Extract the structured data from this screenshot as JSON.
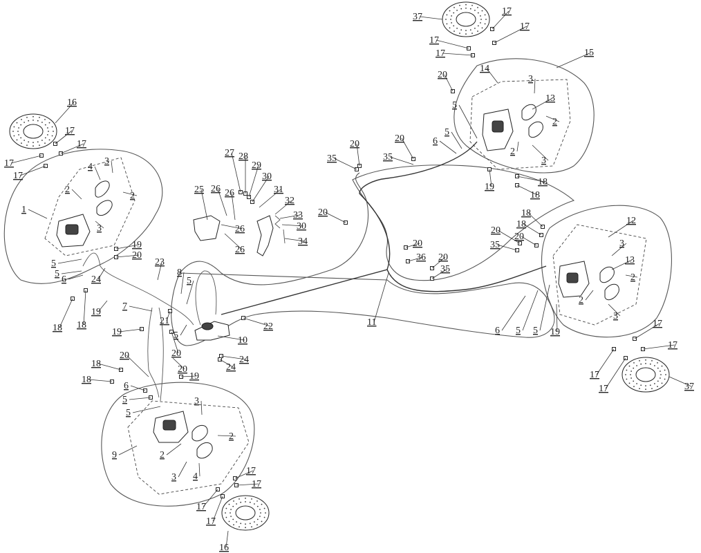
{
  "diagram": {
    "type": "exploded-parts-diagram",
    "callouts": [
      {
        "id": "c-37a",
        "label": "37"
      },
      {
        "id": "c-17a",
        "label": "17"
      },
      {
        "id": "c-17b",
        "label": "17"
      },
      {
        "id": "c-17c",
        "label": "17"
      },
      {
        "id": "c-17d",
        "label": "17"
      },
      {
        "id": "c-15",
        "label": "15"
      },
      {
        "id": "c-20a",
        "label": "20"
      },
      {
        "id": "c-14",
        "label": "14"
      },
      {
        "id": "c-3a",
        "label": "3"
      },
      {
        "id": "c-13a",
        "label": "13"
      },
      {
        "id": "c-2a",
        "label": "2"
      },
      {
        "id": "c-2b",
        "label": "2"
      },
      {
        "id": "c-3b",
        "label": "3"
      },
      {
        "id": "c-5a",
        "label": "5"
      },
      {
        "id": "c-5b",
        "label": "5"
      },
      {
        "id": "c-6a",
        "label": "6"
      },
      {
        "id": "c-20b",
        "label": "20"
      },
      {
        "id": "c-20c",
        "label": "20"
      },
      {
        "id": "c-35a",
        "label": "35"
      },
      {
        "id": "c-35b",
        "label": "35"
      },
      {
        "id": "c-19a",
        "label": "19"
      },
      {
        "id": "c-18a",
        "label": "18"
      },
      {
        "id": "c-18b",
        "label": "18"
      },
      {
        "id": "c-16a",
        "label": "16"
      },
      {
        "id": "c-17e",
        "label": "17"
      },
      {
        "id": "c-17f",
        "label": "17"
      },
      {
        "id": "c-17g",
        "label": "17"
      },
      {
        "id": "c-17h",
        "label": "17"
      },
      {
        "id": "c-4a",
        "label": "4"
      },
      {
        "id": "c-3c",
        "label": "3"
      },
      {
        "id": "c-2c",
        "label": "2"
      },
      {
        "id": "c-2d",
        "label": "2"
      },
      {
        "id": "c-1",
        "label": "1"
      },
      {
        "id": "c-3d",
        "label": "3"
      },
      {
        "id": "c-27",
        "label": "27"
      },
      {
        "id": "c-28",
        "label": "28"
      },
      {
        "id": "c-29",
        "label": "29"
      },
      {
        "id": "c-30a",
        "label": "30"
      },
      {
        "id": "c-31",
        "label": "31"
      },
      {
        "id": "c-32",
        "label": "32"
      },
      {
        "id": "c-33",
        "label": "33"
      },
      {
        "id": "c-30b",
        "label": "30"
      },
      {
        "id": "c-34",
        "label": "34"
      },
      {
        "id": "c-25",
        "label": "25"
      },
      {
        "id": "c-26a",
        "label": "26"
      },
      {
        "id": "c-26b",
        "label": "26"
      },
      {
        "id": "c-26c",
        "label": "26"
      },
      {
        "id": "c-26d",
        "label": "26"
      },
      {
        "id": "c-20d",
        "label": "20"
      },
      {
        "id": "c-20e",
        "label": "20"
      },
      {
        "id": "c-20f",
        "label": "20"
      },
      {
        "id": "c-36",
        "label": "36"
      },
      {
        "id": "c-35c",
        "label": "35"
      },
      {
        "id": "c-18c",
        "label": "18"
      },
      {
        "id": "c-18d",
        "label": "18"
      },
      {
        "id": "c-20g",
        "label": "20"
      },
      {
        "id": "c-35d",
        "label": "35"
      },
      {
        "id": "c-20h",
        "label": "20"
      },
      {
        "id": "c-12",
        "label": "12"
      },
      {
        "id": "c-3e",
        "label": "3"
      },
      {
        "id": "c-13b",
        "label": "13"
      },
      {
        "id": "c-2e",
        "label": "2"
      },
      {
        "id": "c-2f",
        "label": "2"
      },
      {
        "id": "c-3f",
        "label": "3"
      },
      {
        "id": "c-11",
        "label": "11"
      },
      {
        "id": "c-6b",
        "label": "6"
      },
      {
        "id": "c-5c",
        "label": "5"
      },
      {
        "id": "c-5d",
        "label": "5"
      },
      {
        "id": "c-19b",
        "label": "19"
      },
      {
        "id": "c-17i",
        "label": "17"
      },
      {
        "id": "c-17j",
        "label": "17"
      },
      {
        "id": "c-17k",
        "label": "17"
      },
      {
        "id": "c-17l",
        "label": "17"
      },
      {
        "id": "c-37b",
        "label": "37"
      },
      {
        "id": "c-19c",
        "label": "19"
      },
      {
        "id": "c-20i",
        "label": "20"
      },
      {
        "id": "c-5e",
        "label": "5"
      },
      {
        "id": "c-5f",
        "label": "5"
      },
      {
        "id": "c-6c",
        "label": "6"
      },
      {
        "id": "c-23",
        "label": "23"
      },
      {
        "id": "c-8",
        "label": "8"
      },
      {
        "id": "c-5g",
        "label": "5"
      },
      {
        "id": "c-24a",
        "label": "24"
      },
      {
        "id": "c-19d",
        "label": "19"
      },
      {
        "id": "c-7",
        "label": "7"
      },
      {
        "id": "c-18e",
        "label": "18"
      },
      {
        "id": "c-18f",
        "label": "18"
      },
      {
        "id": "c-19e",
        "label": "19"
      },
      {
        "id": "c-21",
        "label": "21"
      },
      {
        "id": "c-5h",
        "label": "5"
      },
      {
        "id": "c-10",
        "label": "10"
      },
      {
        "id": "c-22",
        "label": "22"
      },
      {
        "id": "c-20j",
        "label": "20"
      },
      {
        "id": "c-20k",
        "label": "20"
      },
      {
        "id": "c-19f",
        "label": "19"
      },
      {
        "id": "c-24b",
        "label": "24"
      },
      {
        "id": "c-24c",
        "label": "24"
      },
      {
        "id": "c-20l",
        "label": "20"
      },
      {
        "id": "c-18g",
        "label": "18"
      },
      {
        "id": "c-18h",
        "label": "18"
      },
      {
        "id": "c-6d",
        "label": "6"
      },
      {
        "id": "c-5i",
        "label": "5"
      },
      {
        "id": "c-5j",
        "label": "5"
      },
      {
        "id": "c-3g",
        "label": "3"
      },
      {
        "id": "c-2g",
        "label": "2"
      },
      {
        "id": "c-9",
        "label": "9"
      },
      {
        "id": "c-2h",
        "label": "2"
      },
      {
        "id": "c-3h",
        "label": "3"
      },
      {
        "id": "c-4b",
        "label": "4"
      },
      {
        "id": "c-17m",
        "label": "17"
      },
      {
        "id": "c-17n",
        "label": "17"
      },
      {
        "id": "c-17o",
        "label": "17"
      },
      {
        "id": "c-17p",
        "label": "17"
      },
      {
        "id": "c-16b",
        "label": "16"
      }
    ]
  }
}
